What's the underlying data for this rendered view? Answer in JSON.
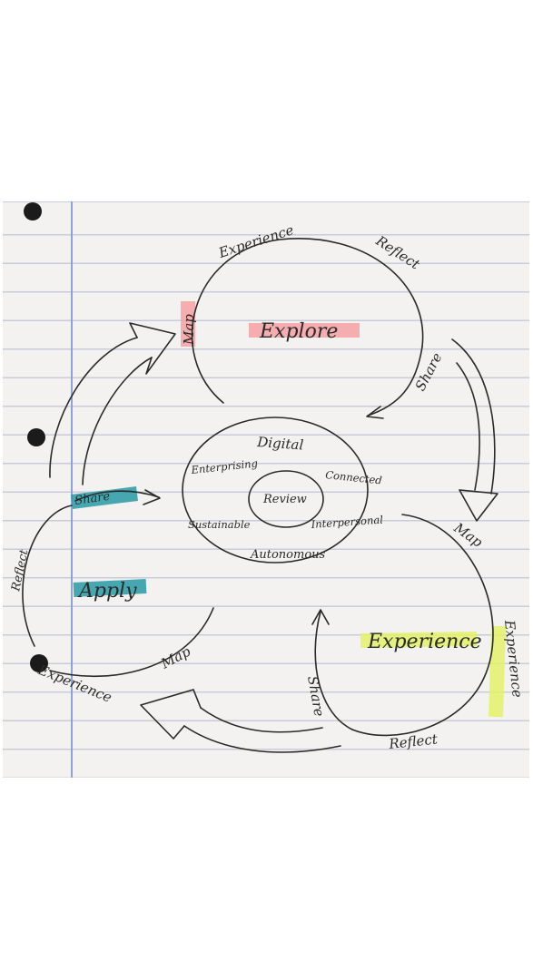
{
  "highlight_colors": {
    "pink": "#f7a2a6",
    "teal": "#2a9aa6",
    "yellow": "#e4f26a"
  },
  "top_cycle": {
    "center": "Explore",
    "arc_labels": [
      "Experience",
      "Reflect",
      "Share",
      "Map"
    ]
  },
  "center_rings": {
    "core": "Review",
    "outer": [
      "Digital",
      "Enterprising",
      "Connected",
      "Sustainable",
      "Interpersonal",
      "Autonomous"
    ]
  },
  "left_cycle": {
    "center": "Apply",
    "arc_labels": [
      "Share",
      "Reflect",
      "Experience",
      "Map"
    ]
  },
  "right_cycle": {
    "center": "Experience",
    "arc_labels": [
      "Map",
      "Experience",
      "Reflect",
      "Share"
    ]
  }
}
